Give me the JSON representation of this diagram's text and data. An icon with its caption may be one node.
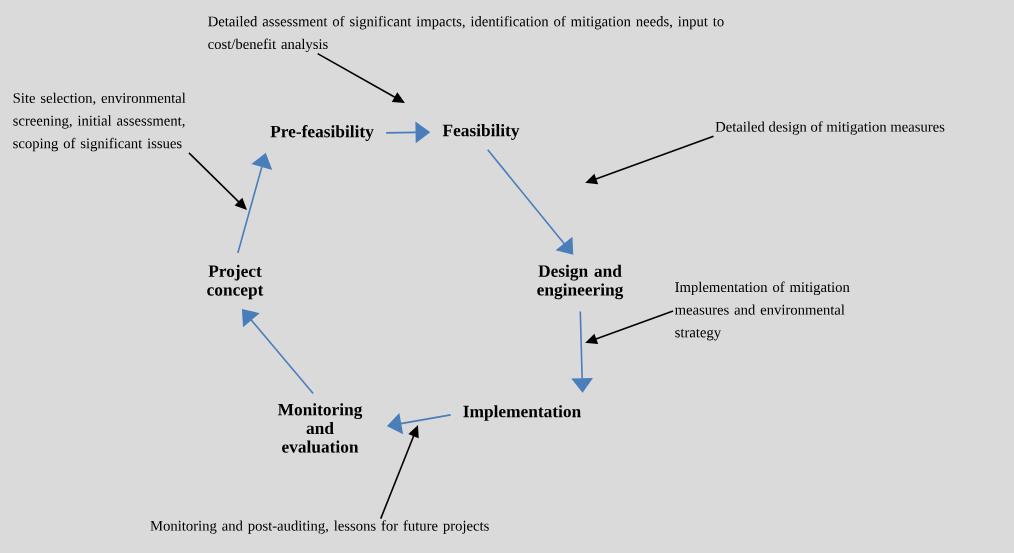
{
  "diagram": {
    "nodes": [
      {
        "text": [
          "Pre-feasibility"
        ]
      },
      {
        "text": [
          "Feasibility"
        ]
      },
      {
        "text": [
          "Design and engineering"
        ]
      },
      {
        "text": [
          "Implementation"
        ]
      },
      {
        "text": [
          "Monitoring and evaluation"
        ]
      },
      {
        "text": [
          "Project concept"
        ]
      },
      {
        "text": [
          "Detailed assessment of significant impacts, identification of mitigation needs, input to cost/benefit analysis"
        ]
      },
      {
        "text": [
          "Site selection, environmental screening, initial assessment, scoping of significant issues"
        ]
      },
      {
        "text": [
          "Detailed design of mitigation measures"
        ]
      },
      {
        "text": [
          "Implementation of mitigation measures and environmental strategy"
        ]
      },
      {
        "text": [
          "Monitoring and post-auditing, lessons for future projects"
        ]
      }
    ],
    "edges": [
      {
        "from": 0,
        "to": 1,
        "arrow": "to",
        "color": "#4a7ebb"
      },
      {
        "from": 1,
        "to": 2,
        "arrow": "to",
        "color": "#4a7ebb"
      },
      {
        "from": 2,
        "to": 3,
        "arrow": "to",
        "color": "#4a7ebb"
      },
      {
        "from": 3,
        "to": 4,
        "arrow": "to",
        "color": "#4a7ebb"
      },
      {
        "from": 4,
        "to": 5,
        "arrow": "to",
        "color": "#4a7ebb"
      },
      {
        "from": 5,
        "to": 0,
        "arrow": "to",
        "color": "#4a7ebb"
      },
      {
        "from": 6,
        "to": null,
        "arrow": "to",
        "color": "#000000"
      },
      {
        "from": 7,
        "to": null,
        "arrow": "to",
        "color": "#000000"
      },
      {
        "from": 8,
        "to": null,
        "arrow": "to",
        "color": "#000000"
      },
      {
        "from": 9,
        "to": null,
        "arrow": "to",
        "color": "#000000"
      },
      {
        "from": 10,
        "to": null,
        "arrow": "to",
        "color": "#000000"
      }
    ]
  }
}
